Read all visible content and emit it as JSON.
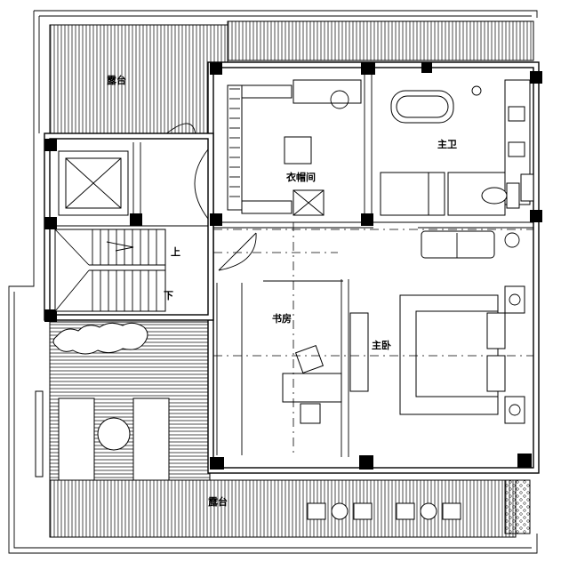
{
  "rooms": {
    "terrace_top": "露台",
    "terrace_bottom": "露台",
    "walk_in_closet": "衣帽间",
    "master_bath": "主卫",
    "study": "书房",
    "master_bedroom": "主卧"
  },
  "stairs": {
    "up": "上",
    "down": "下"
  }
}
